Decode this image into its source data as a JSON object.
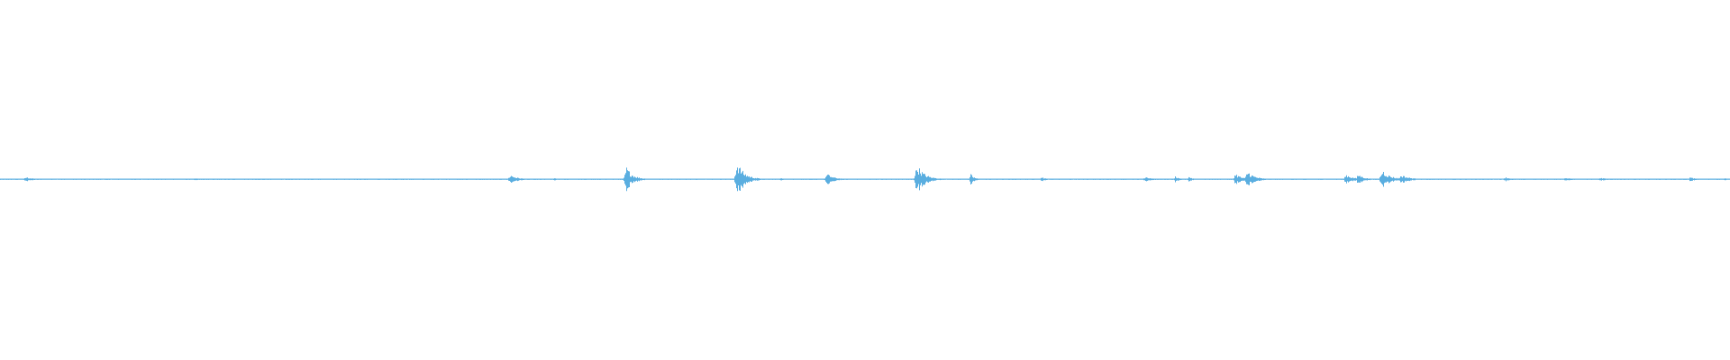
{
  "waveform": {
    "color": "#5aaee0",
    "bursts": [
      {
        "pos": 0.0,
        "amp": 0.02,
        "width": 0.004
      },
      {
        "pos": 0.015,
        "amp": 0.08,
        "width": 0.012
      },
      {
        "pos": 0.075,
        "amp": 0.02,
        "width": 0.006
      },
      {
        "pos": 0.113,
        "amp": 0.04,
        "width": 0.008
      },
      {
        "pos": 0.148,
        "amp": 0.03,
        "width": 0.01
      },
      {
        "pos": 0.205,
        "amp": 0.03,
        "width": 0.008
      },
      {
        "pos": 0.232,
        "amp": 0.03,
        "width": 0.006
      },
      {
        "pos": 0.295,
        "amp": 0.18,
        "width": 0.012
      },
      {
        "pos": 0.32,
        "amp": 0.04,
        "width": 0.006
      },
      {
        "pos": 0.362,
        "amp": 0.5,
        "width": 0.012
      },
      {
        "pos": 0.426,
        "amp": 0.7,
        "width": 0.014
      },
      {
        "pos": 0.451,
        "amp": 0.06,
        "width": 0.004
      },
      {
        "pos": 0.478,
        "amp": 0.22,
        "width": 0.012
      },
      {
        "pos": 0.53,
        "amp": 0.6,
        "width": 0.014
      },
      {
        "pos": 0.561,
        "amp": 0.22,
        "width": 0.006
      },
      {
        "pos": 0.602,
        "amp": 0.1,
        "width": 0.006
      },
      {
        "pos": 0.662,
        "amp": 0.12,
        "width": 0.01
      },
      {
        "pos": 0.679,
        "amp": 0.12,
        "width": 0.006
      },
      {
        "pos": 0.687,
        "amp": 0.12,
        "width": 0.006
      },
      {
        "pos": 0.714,
        "amp": 0.25,
        "width": 0.01
      },
      {
        "pos": 0.721,
        "amp": 0.35,
        "width": 0.012
      },
      {
        "pos": 0.778,
        "amp": 0.2,
        "width": 0.012
      },
      {
        "pos": 0.785,
        "amp": 0.22,
        "width": 0.01
      },
      {
        "pos": 0.799,
        "amp": 0.38,
        "width": 0.014
      },
      {
        "pos": 0.81,
        "amp": 0.18,
        "width": 0.014
      },
      {
        "pos": 0.87,
        "amp": 0.08,
        "width": 0.01
      },
      {
        "pos": 0.905,
        "amp": 0.06,
        "width": 0.01
      },
      {
        "pos": 0.925,
        "amp": 0.07,
        "width": 0.012
      },
      {
        "pos": 0.977,
        "amp": 0.1,
        "width": 0.008
      },
      {
        "pos": 0.997,
        "amp": 0.04,
        "width": 0.004
      }
    ]
  }
}
